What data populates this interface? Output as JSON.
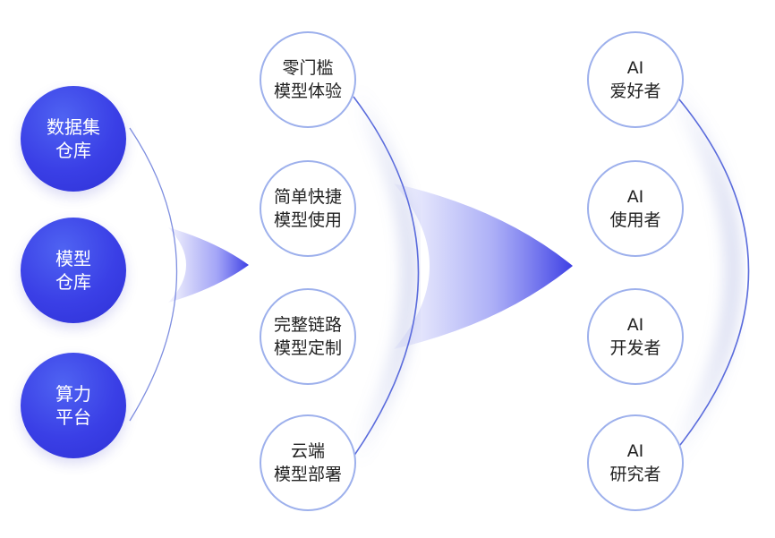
{
  "sources": [
    {
      "line1": "数据集",
      "line2": "仓库"
    },
    {
      "line1": "模型",
      "line2": "仓库"
    },
    {
      "line1": "算力",
      "line2": "平台"
    }
  ],
  "features": [
    {
      "line1": "零门槛",
      "line2": "模型体验"
    },
    {
      "line1": "简单快捷",
      "line2": "模型使用"
    },
    {
      "line1": "完整链路",
      "line2": "模型定制"
    },
    {
      "line1": "云端",
      "line2": "模型部署"
    }
  ],
  "audiences": [
    {
      "line1": "AI",
      "line2": "爱好者"
    },
    {
      "line1": "AI",
      "line2": "使用者"
    },
    {
      "line1": "AI",
      "line2": "开发者"
    },
    {
      "line1": "AI",
      "line2": "研究者"
    }
  ],
  "colors": {
    "source_fill": "#3a3fe6",
    "node_border": "#9db0ec",
    "arc": "#5b6cdc",
    "arrow": "#4b4ee8"
  }
}
